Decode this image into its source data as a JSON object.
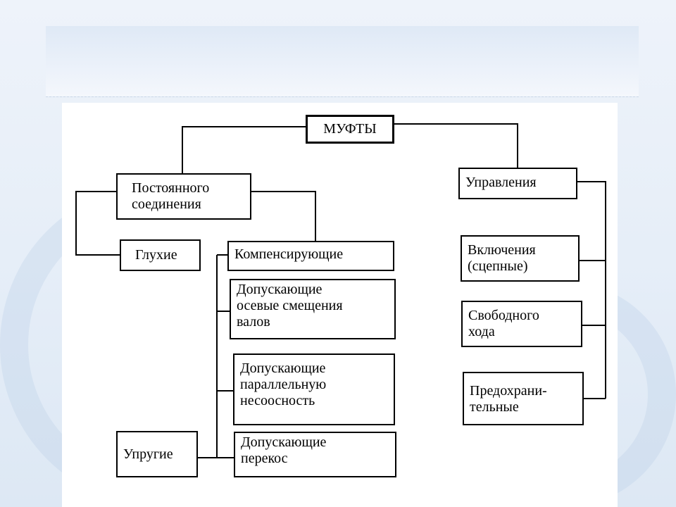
{
  "diagram": {
    "root": "МУФТЫ",
    "permanent": "Постоянного\nсоединения",
    "control": "Управления",
    "rigid": "Глухие",
    "compensating": "Компенсирующие",
    "axial": "Допускающие\nосевые смещения\nвалов",
    "parallel": "Допускающие\nпараллельную\n несоосность",
    "skew": "Допускающие\nперекос",
    "elastic": "Упругие",
    "engaging": "Включения\n(сцепные)",
    "freewheel": "Свободного\nхода",
    "safety": "Предохрани-\nтельные"
  }
}
